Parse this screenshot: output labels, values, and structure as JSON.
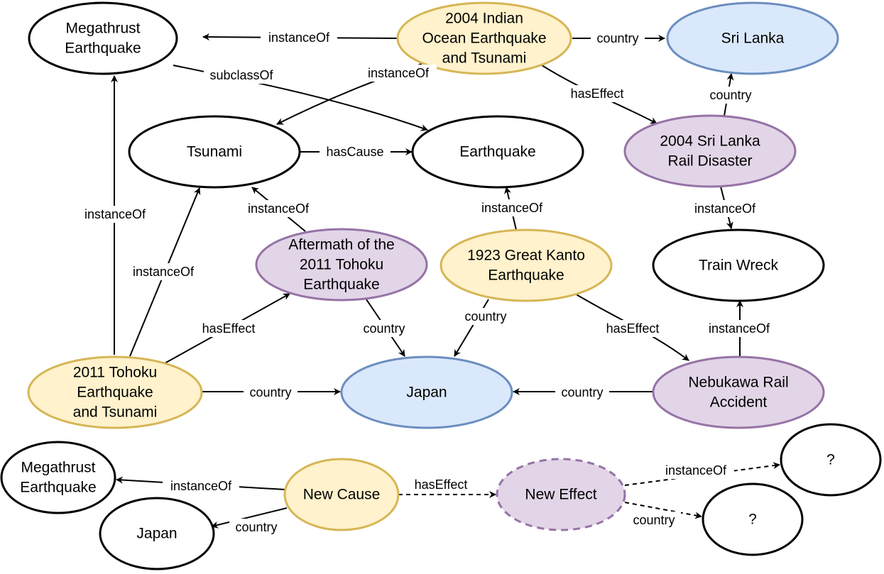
{
  "colors": {
    "white_fill": "#ffffff",
    "black_stroke": "#000000",
    "yellow_fill": "#fff2cc",
    "yellow_stroke": "#d6b656",
    "blue_fill": "#dae8fc",
    "blue_stroke": "#6c8ebf",
    "purple_fill": "#e1d5e7",
    "purple_stroke": "#9673a6"
  },
  "nodes": {
    "megathrust": {
      "label": [
        "Megathrust",
        "Earthquake"
      ],
      "style": "white"
    },
    "indian_ocean": {
      "label": [
        "2004 Indian",
        "Ocean Earthquake",
        "and Tsunami"
      ],
      "style": "yellow"
    },
    "sri_lanka": {
      "label": [
        "Sri Lanka"
      ],
      "style": "blue"
    },
    "tsunami": {
      "label": [
        "Tsunami"
      ],
      "style": "white"
    },
    "earthquake": {
      "label": [
        "Earthquake"
      ],
      "style": "white"
    },
    "sl_rail": {
      "label": [
        "2004 Sri Lanka",
        "Rail Disaster"
      ],
      "style": "purple"
    },
    "train_wreck": {
      "label": [
        "Train Wreck"
      ],
      "style": "white"
    },
    "aftermath": {
      "label": [
        "Aftermath of the",
        "2011 Tohoku",
        "Earthquake"
      ],
      "style": "purple"
    },
    "kanto": {
      "label": [
        "1923 Great Kanto",
        "Earthquake"
      ],
      "style": "yellow"
    },
    "tohoku": {
      "label": [
        "2011 Tohoku",
        "Earthquake",
        "and Tsunami"
      ],
      "style": "yellow"
    },
    "japan": {
      "label": [
        "Japan"
      ],
      "style": "blue"
    },
    "nebukawa": {
      "label": [
        "Nebukawa Rail",
        "Accident"
      ],
      "style": "purple"
    },
    "megathrust_2": {
      "label": [
        "Megathrust",
        "Earthquake"
      ],
      "style": "white"
    },
    "japan_2": {
      "label": [
        "Japan"
      ],
      "style": "white"
    },
    "new_cause": {
      "label": [
        "New Cause"
      ],
      "style": "yellow"
    },
    "new_effect": {
      "label": [
        "New Effect"
      ],
      "style": "purple",
      "dashed": true
    },
    "unknown_1": {
      "label": [
        "?"
      ],
      "style": "white"
    },
    "unknown_2": {
      "label": [
        "?"
      ],
      "style": "white"
    }
  },
  "edges": {
    "e1": {
      "label": "instanceOf"
    },
    "e2": {
      "label": "country"
    },
    "e3": {
      "label": "instanceOf"
    },
    "e4": {
      "label": "subclassOf"
    },
    "e5": {
      "label": "hasEffect"
    },
    "e6": {
      "label": "country"
    },
    "e7": {
      "label": "hasCause"
    },
    "e8": {
      "label": "instanceOf"
    },
    "e9": {
      "label": "instanceOf"
    },
    "e10": {
      "label": "instanceOf"
    },
    "e11": {
      "label": "instanceOf"
    },
    "e12": {
      "label": "instanceOf"
    },
    "e13": {
      "label": "hasEffect"
    },
    "e14": {
      "label": "country"
    },
    "e15": {
      "label": "country"
    },
    "e16": {
      "label": "country"
    },
    "e17": {
      "label": "hasEffect"
    },
    "e18": {
      "label": "instanceOf"
    },
    "e19": {
      "label": "country"
    },
    "e20": {
      "label": "instanceOf"
    },
    "e21": {
      "label": "country"
    },
    "e22": {
      "label": "hasEffect",
      "dashed": true
    },
    "e23": {
      "label": "instanceOf",
      "dashed": true
    },
    "e24": {
      "label": "country",
      "dashed": true
    }
  }
}
